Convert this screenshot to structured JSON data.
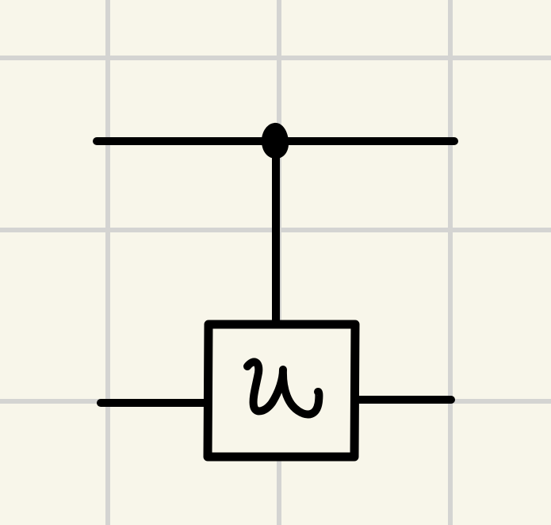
{
  "diagram": {
    "type": "quantum-circuit",
    "background_color": "#f8f6ea",
    "grid_color": "#d4d4d2",
    "ink_color": "#000000",
    "qubits": [
      "control",
      "target"
    ],
    "gates": [
      {
        "name": "controlled-U",
        "control_qubit": "control",
        "target_qubit": "target",
        "label": "U",
        "label_style": "handwritten"
      }
    ]
  }
}
